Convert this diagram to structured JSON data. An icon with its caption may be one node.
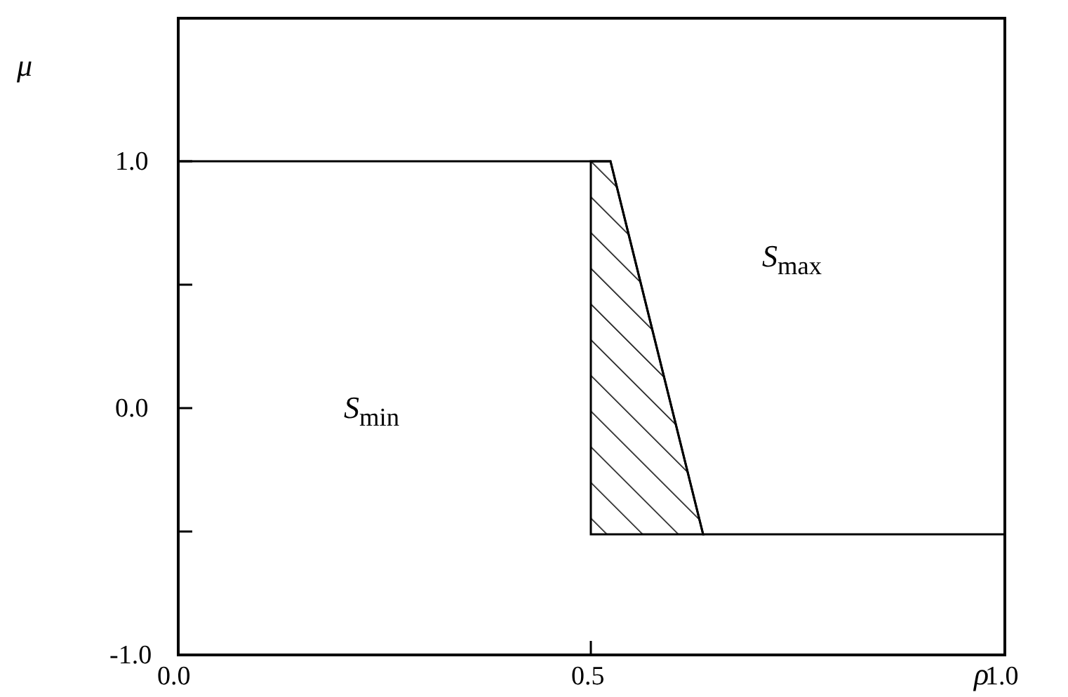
{
  "diagram": {
    "labels": [
      "μ",
      "1.0",
      "0.0",
      "-1.0",
      "0.0",
      "0.5",
      "1.0",
      "ρ",
      "*S*$_{min}$",
      "*S*$_{max}$"
    ]
  }
}
